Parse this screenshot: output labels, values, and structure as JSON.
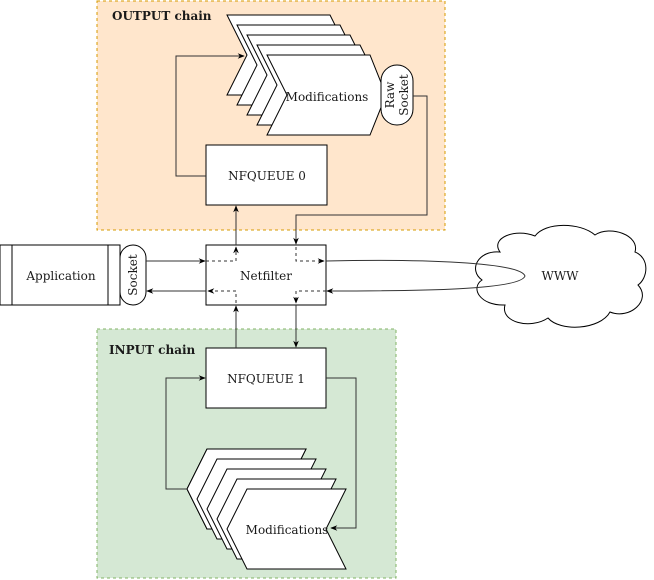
{
  "diagram": {
    "output_chain": {
      "title": "OUTPUT chain",
      "fill": "#ffe6cc",
      "border": "#d79b00",
      "queue_label": "NFQUEUE 0",
      "modifications_label": "Modifications",
      "raw_socket_label_1": "Raw",
      "raw_socket_label_2": "Socket"
    },
    "input_chain": {
      "title": "INPUT chain",
      "fill": "#d5e8d4",
      "border": "#82b366",
      "queue_label": "NFQUEUE 1",
      "modifications_label": "Modifications"
    },
    "application": {
      "label": "Application",
      "socket_label": "Socket"
    },
    "netfilter": {
      "label": "Netfilter"
    },
    "internet": {
      "label": "WWW"
    }
  }
}
